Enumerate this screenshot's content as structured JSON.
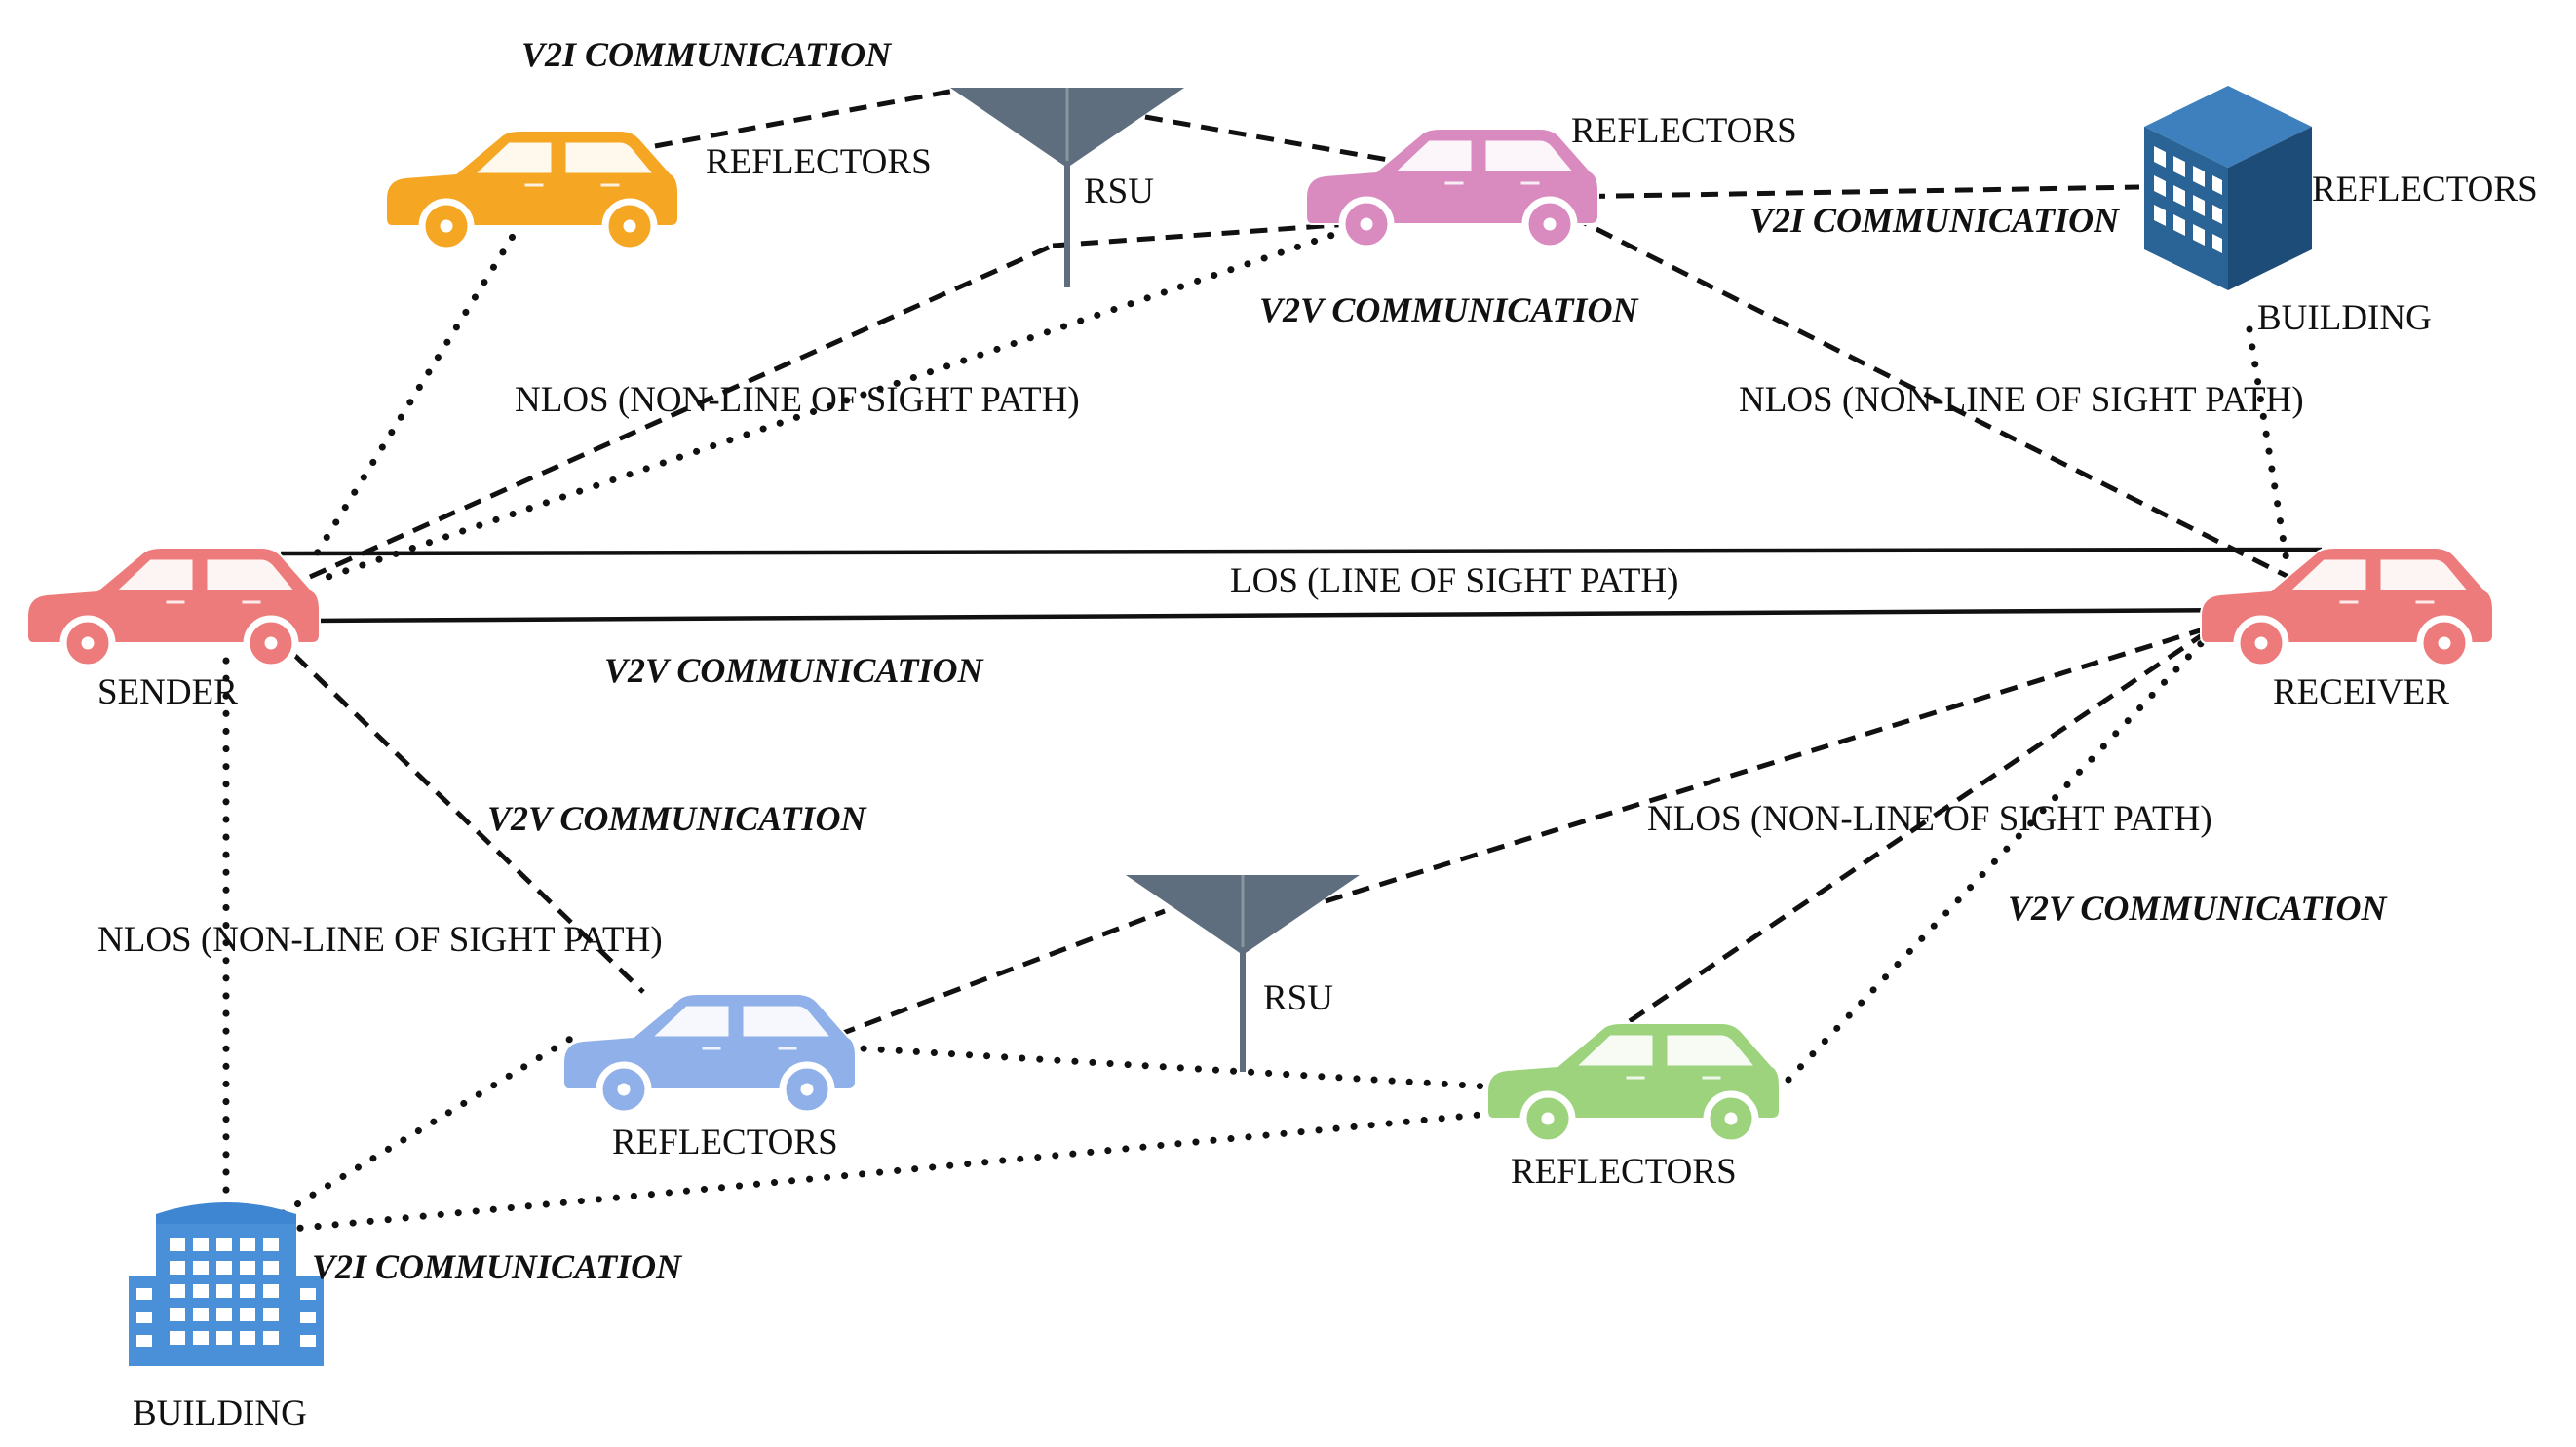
{
  "labels": {
    "v2i_top": "V2I COMMUNICATION",
    "reflectors_orange": "REFLECTORS",
    "rsu_top": "RSU",
    "reflectors_pink": "REFLECTORS",
    "v2i_right": "V2I COMMUNICATION",
    "reflectors_building_top": "REFLECTORS",
    "building_top": "BUILDING",
    "v2v_top": "V2V COMMUNICATION",
    "nlos_top_left": "NLOS (NON-LINE OF SIGHT PATH)",
    "nlos_top_right": "NLOS (NON-LINE OF SIGHT PATH)",
    "los": "LOS (LINE OF SIGHT PATH)",
    "sender": "SENDER",
    "receiver": "RECEIVER",
    "v2v_middle": "V2V COMMUNICATION",
    "v2v_lower_left": "V2V COMMUNICATION",
    "nlos_lower_right": "NLOS (NON-LINE OF SIGHT PATH)",
    "v2v_lower_right": "V2V COMMUNICATION",
    "nlos_left": "NLOS (NON-LINE OF SIGHT PATH)",
    "rsu_bottom": "RSU",
    "reflectors_blue": "REFLECTORS",
    "reflectors_green": "REFLECTORS",
    "v2i_bottom": "V2I COMMUNICATION",
    "building_bottom": "BUILDING"
  },
  "colors": {
    "car_orange": "#F5A623",
    "car_pink": "#D98BC0",
    "car_red": "#EE7B7B",
    "car_blue": "#8FB0E8",
    "car_green": "#9CD37C",
    "rsu": "#5E6E7E",
    "building_dark": "#2A6496",
    "building_light": "#4A90D9"
  },
  "icons": {
    "car_orange": "car-icon",
    "car_pink": "car-icon",
    "sender": "car-icon",
    "receiver": "car-icon",
    "car_blue": "car-icon",
    "car_green": "car-icon",
    "rsu_top": "antenna-icon",
    "rsu_bottom": "antenna-icon",
    "building_top": "building-icon",
    "building_bottom": "building-icon"
  }
}
